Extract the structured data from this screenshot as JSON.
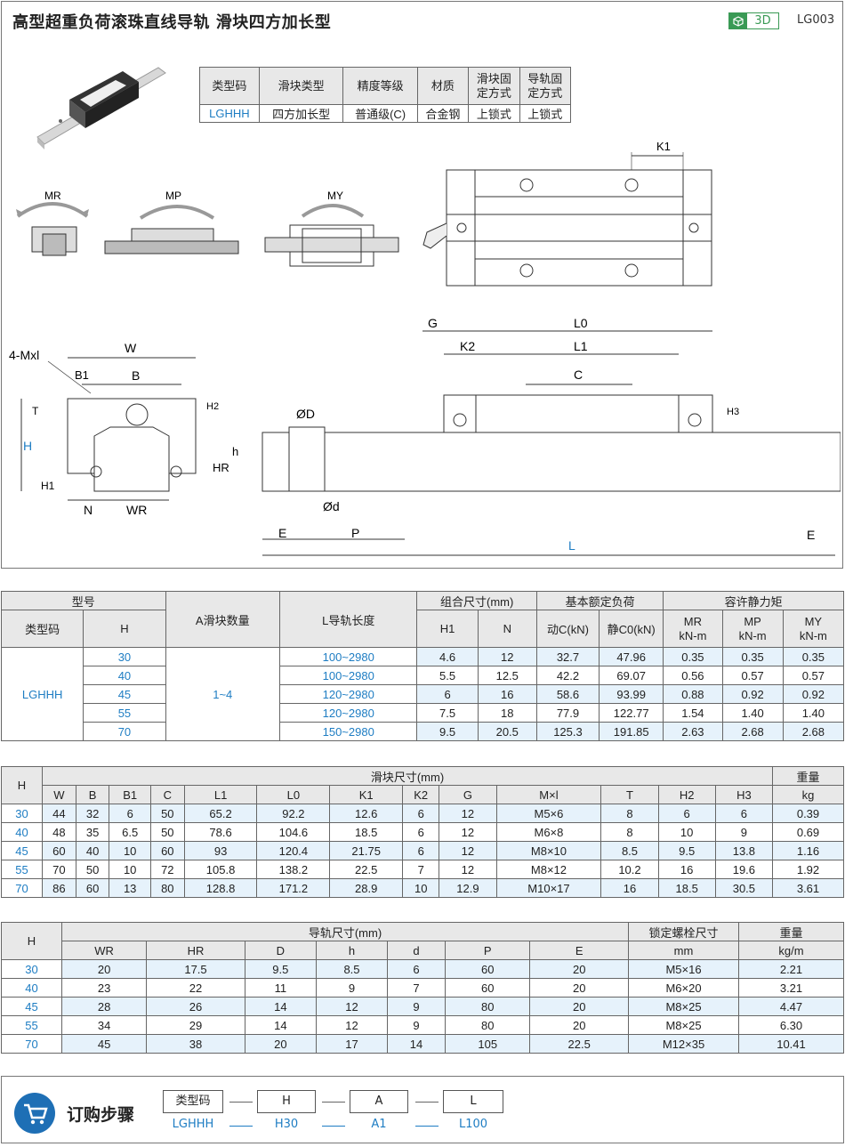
{
  "header": {
    "title": "高型超重负荷滚珠直线导轨  滑块四方加长型",
    "badge": "3D",
    "code": "LG003"
  },
  "spec_table": {
    "headers": [
      "类型码",
      "滑块类型",
      "精度等级",
      "材质",
      "滑块固\n定方式",
      "导轨固\n定方式"
    ],
    "row": [
      "LGHHH",
      "四方加长型",
      "普通级(C)",
      "合金钢",
      "上锁式",
      "上锁式"
    ]
  },
  "diagram_labels": {
    "mr": "MR",
    "mp": "MP",
    "my": "MY",
    "k1": "K1",
    "w": "W",
    "b1": "B1",
    "b": "B",
    "mxl": "4-Mxl",
    "t": "T",
    "h": "H",
    "h2": "H2",
    "h1": "H1",
    "n": "N",
    "wr": "WR",
    "g": "G",
    "l0": "L0",
    "k2": "K2",
    "l1": "L1",
    "c": "C",
    "od": "ØD",
    "h_small": "h",
    "hr": "HR",
    "h3": "H3",
    "d": "Ød",
    "e": "E",
    "p": "P",
    "l": "L"
  },
  "table1": {
    "group_headers": {
      "model": "型号",
      "a": "A滑块数量",
      "l": "L导轨长度",
      "combo": "组合尺寸(mm)",
      "load": "基本额定负荷",
      "moment": "容许静力矩"
    },
    "sub_headers": [
      "类型码",
      "H",
      "H1",
      "N",
      "动C(kN)",
      "静C0(kN)",
      "MR\nkN-m",
      "MP\nkN-m",
      "MY\nkN-m"
    ],
    "type_code": "LGHHH",
    "a_value": "1~4",
    "rows": [
      {
        "h": "30",
        "l": "100~2980",
        "h1": "4.6",
        "n": "12",
        "c": "32.7",
        "c0": "47.96",
        "mr": "0.35",
        "mp": "0.35",
        "my": "0.35"
      },
      {
        "h": "40",
        "l": "100~2980",
        "h1": "5.5",
        "n": "12.5",
        "c": "42.2",
        "c0": "69.07",
        "mr": "0.56",
        "mp": "0.57",
        "my": "0.57"
      },
      {
        "h": "45",
        "l": "120~2980",
        "h1": "6",
        "n": "16",
        "c": "58.6",
        "c0": "93.99",
        "mr": "0.88",
        "mp": "0.92",
        "my": "0.92"
      },
      {
        "h": "55",
        "l": "120~2980",
        "h1": "7.5",
        "n": "18",
        "c": "77.9",
        "c0": "122.77",
        "mr": "1.54",
        "mp": "1.40",
        "my": "1.40"
      },
      {
        "h": "70",
        "l": "150~2980",
        "h1": "9.5",
        "n": "20.5",
        "c": "125.3",
        "c0": "191.85",
        "mr": "2.63",
        "mp": "2.68",
        "my": "2.68"
      }
    ]
  },
  "table2": {
    "h": "H",
    "group": "滑块尺寸(mm)",
    "weight": "重量",
    "cols": [
      "W",
      "B",
      "B1",
      "C",
      "L1",
      "L0",
      "K1",
      "K2",
      "G",
      "M×l",
      "T",
      "H2",
      "H3",
      "kg"
    ],
    "rows": [
      [
        "30",
        "44",
        "32",
        "6",
        "50",
        "65.2",
        "92.2",
        "12.6",
        "6",
        "12",
        "M5×6",
        "8",
        "6",
        "6",
        "0.39"
      ],
      [
        "40",
        "48",
        "35",
        "6.5",
        "50",
        "78.6",
        "104.6",
        "18.5",
        "6",
        "12",
        "M6×8",
        "8",
        "10",
        "9",
        "0.69"
      ],
      [
        "45",
        "60",
        "40",
        "10",
        "60",
        "93",
        "120.4",
        "21.75",
        "6",
        "12",
        "M8×10",
        "8.5",
        "9.5",
        "13.8",
        "1.16"
      ],
      [
        "55",
        "70",
        "50",
        "10",
        "72",
        "105.8",
        "138.2",
        "22.5",
        "7",
        "12",
        "M8×12",
        "10.2",
        "16",
        "19.6",
        "1.92"
      ],
      [
        "70",
        "86",
        "60",
        "13",
        "80",
        "128.8",
        "171.2",
        "28.9",
        "10",
        "12.9",
        "M10×17",
        "16",
        "18.5",
        "30.5",
        "3.61"
      ]
    ]
  },
  "table3": {
    "h": "H",
    "group": "导轨尺寸(mm)",
    "bolt": "锁定螺栓尺寸",
    "weight": "重量",
    "cols": [
      "WR",
      "HR",
      "D",
      "h",
      "d",
      "P",
      "E",
      "mm",
      "kg/m"
    ],
    "rows": [
      [
        "30",
        "20",
        "17.5",
        "9.5",
        "8.5",
        "6",
        "60",
        "20",
        "M5×16",
        "2.21"
      ],
      [
        "40",
        "23",
        "22",
        "11",
        "9",
        "7",
        "60",
        "20",
        "M6×20",
        "3.21"
      ],
      [
        "45",
        "28",
        "26",
        "14",
        "12",
        "9",
        "80",
        "20",
        "M8×25",
        "4.47"
      ],
      [
        "55",
        "34",
        "29",
        "14",
        "12",
        "9",
        "80",
        "20",
        "M8×25",
        "6.30"
      ],
      [
        "70",
        "45",
        "38",
        "20",
        "17",
        "14",
        "105",
        "22.5",
        "M12×35",
        "10.41"
      ]
    ]
  },
  "order": {
    "title": "订购步骤",
    "boxes": [
      "类型码",
      "H",
      "A",
      "L"
    ],
    "values": [
      "LGHHH",
      "H30",
      "A1",
      "L100"
    ]
  }
}
